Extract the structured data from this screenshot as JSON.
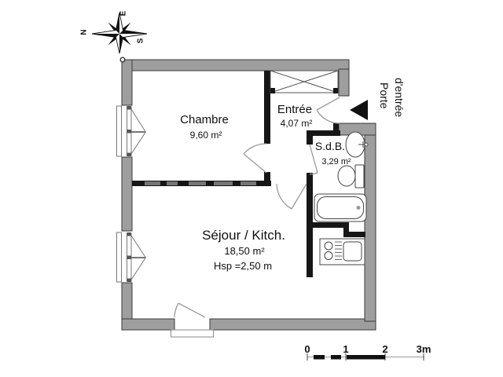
{
  "rooms": {
    "chambre": {
      "name": "Chambre",
      "area": "9,60 m²"
    },
    "entree": {
      "name": "Entrée",
      "area": "4,07 m²"
    },
    "sdb": {
      "name": "S.d.B.",
      "area": "3,29 m²"
    },
    "sejour": {
      "name": "Séjour / Kitch.",
      "area": "18,50 m²",
      "height_note": "Hsp =2,50 m"
    }
  },
  "entrance": {
    "label_line1": "Porte",
    "label_line2": "d'entrée"
  },
  "compass": {
    "n": "N",
    "e": "E",
    "s": "S"
  },
  "scale_bar": {
    "t0": "0",
    "t1": "1",
    "t2": "2",
    "t3": "3m"
  },
  "colors": {
    "wall_gray": "#9e9e9e",
    "partition_black": "#161616",
    "line_gray": "#999999"
  }
}
